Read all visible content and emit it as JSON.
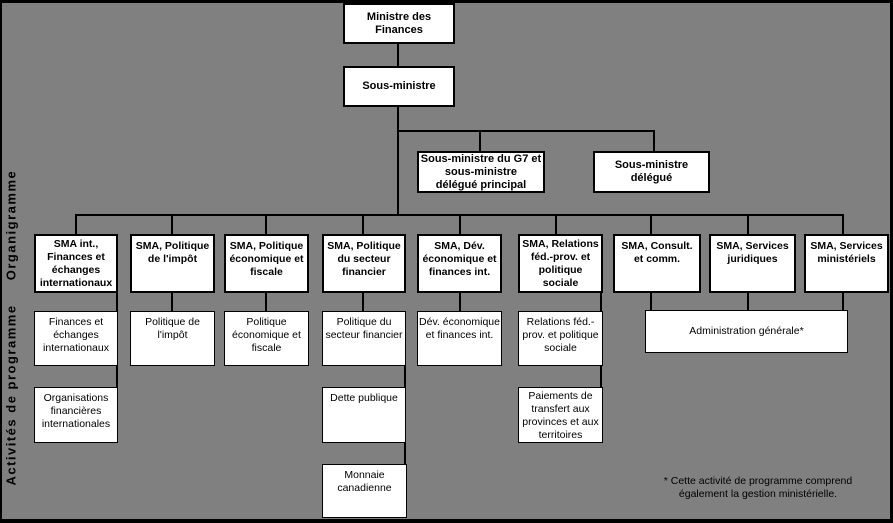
{
  "colors": {
    "background": "#808080",
    "box_fill": "#ffffff",
    "line": "#000000"
  },
  "side_labels": {
    "organigramme": "Organigramme",
    "activites": "Activités de programme"
  },
  "hierarchy": {
    "minister": "Ministre des\nFinances",
    "deputy_minister": "Sous-ministre",
    "g7_deputy": "Sous-ministre du G7 et\nsous-ministre\ndélégué principal",
    "associate_deputy": "Sous-ministre\ndélégué",
    "adm_row": [
      "SMA int.,\nFinances et\néchanges\ninternationaux",
      "SMA, Politique\nde l'impôt",
      "SMA, Politique\néconomique et\nfiscale",
      "SMA, Politique\ndu secteur\nfinancier",
      "SMA, Dév.\néconomique et\nfinances int.",
      "SMA, Relations\nféd.-prov. et\npolitique\nsociale",
      "SMA, Consult.\net comm.",
      "SMA, Services\njuridiques",
      "SMA, Services\nministériels"
    ]
  },
  "program_activities": {
    "row1": [
      "Finances et\néchanges\ninternationaux",
      "Politique de\nl'impôt",
      "Politique\néconomique et\nfiscale",
      "Politique du\nsecteur financier",
      "Dév. économique\net finances int.",
      "Relations féd.-\nprov. et politique\nsociale"
    ],
    "general_admin": "Administration générale*",
    "row2": [
      "Organisations\nfinancières\ninternationales",
      "Dette publique",
      "Paiements de\ntransfert aux\nprovinces et aux\nterritoires"
    ],
    "row3": [
      "Monnaie\ncanadienne"
    ]
  },
  "footnote": "* Cette activité de programme comprend\négalement la gestion ministérielle."
}
